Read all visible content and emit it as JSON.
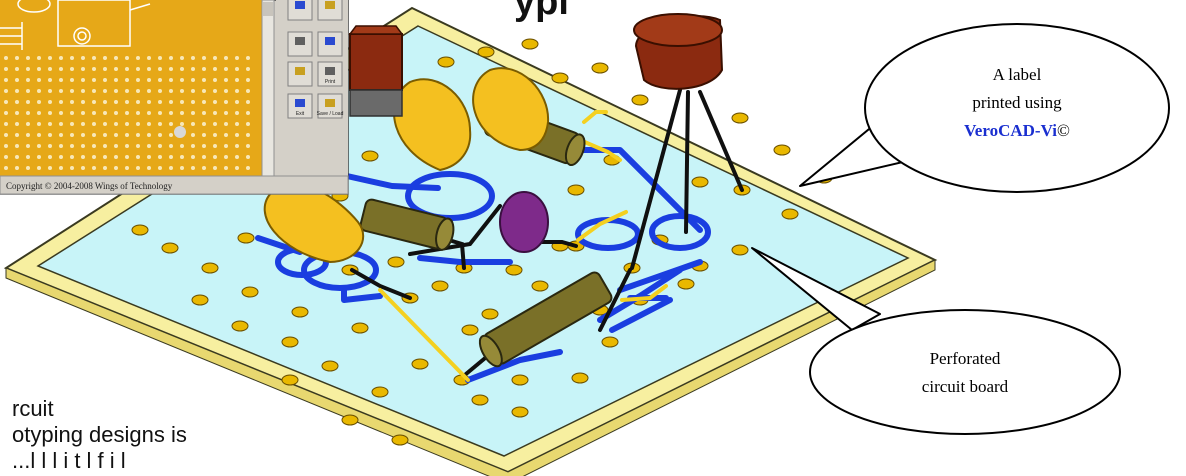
{
  "heading_partial": "ypi",
  "inset": {
    "toolbar_buttons": [
      {
        "label": "",
        "icon": "diagonal-icon"
      },
      {
        "label": "",
        "icon": "star-icon"
      },
      {
        "label": "",
        "icon": "chip-icon"
      },
      {
        "label": "",
        "icon": "board-icon"
      },
      {
        "label": "",
        "icon": "resistor-icon"
      },
      {
        "label": "Print",
        "icon": "print-icon"
      },
      {
        "label": "Exit",
        "icon": "exit-icon"
      },
      {
        "label": "Save / Load",
        "icon": "disk-icon"
      }
    ],
    "copyright": "Copyright © 2004-2008 Wings of Technology"
  },
  "callout_label": {
    "line1": "A label",
    "line2": "printed using",
    "brand": "VeroCAD-Vi",
    "symbol": "©"
  },
  "callout_board": {
    "line1": "Perforated",
    "line2": "circuit board"
  },
  "body_lines": [
    "rcuit",
    "otyping designs is",
    "   ...l l   l  i t    l    f   i   l"
  ],
  "colors": {
    "board_frame": "#f7efa0",
    "board_surface": "#c8f4f8",
    "pad": "#e9b800",
    "track": "#1a3ee0",
    "component_yellow": "#f4c020",
    "component_olive": "#7a7028",
    "transistor": "#8b2a10",
    "purple": "#7e2a8a",
    "brand_blue": "#1a2fd0"
  }
}
